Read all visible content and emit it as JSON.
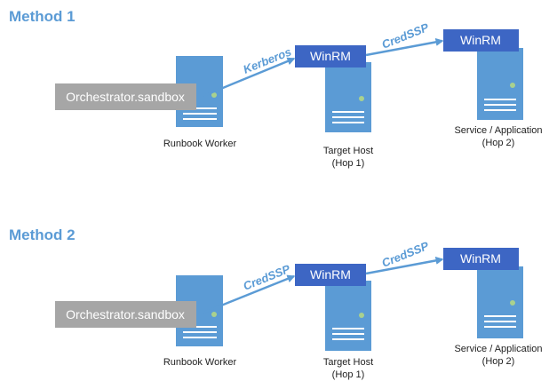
{
  "colors": {
    "accent": "#5B9BD5",
    "server": "#5B9BD5",
    "winrm_box": "#3D66C4",
    "sandbox_box": "#A6A6A6",
    "led": "#A9D18E"
  },
  "methods": [
    {
      "title": "Method 1",
      "sandbox_label": "Orchestrator.sandbox",
      "worker_label": "Runbook Worker",
      "target_label_1": "Target Host",
      "target_label_2": "(Hop 1)",
      "target_winrm": "WinRM",
      "service_label_1": "Service / Application",
      "service_label_2": "(Hop 2)",
      "service_winrm": "WinRM",
      "arrow1_protocol": "Kerberos",
      "arrow2_protocol": "CredSSP"
    },
    {
      "title": "Method 2",
      "sandbox_label": "Orchestrator.sandbox",
      "worker_label": "Runbook Worker",
      "target_label_1": "Target Host",
      "target_label_2": "(Hop 1)",
      "target_winrm": "WinRM",
      "service_label_1": "Service / Application",
      "service_label_2": "(Hop 2)",
      "service_winrm": "WinRM",
      "arrow1_protocol": "CredSSP",
      "arrow2_protocol": "CredSSP"
    }
  ]
}
